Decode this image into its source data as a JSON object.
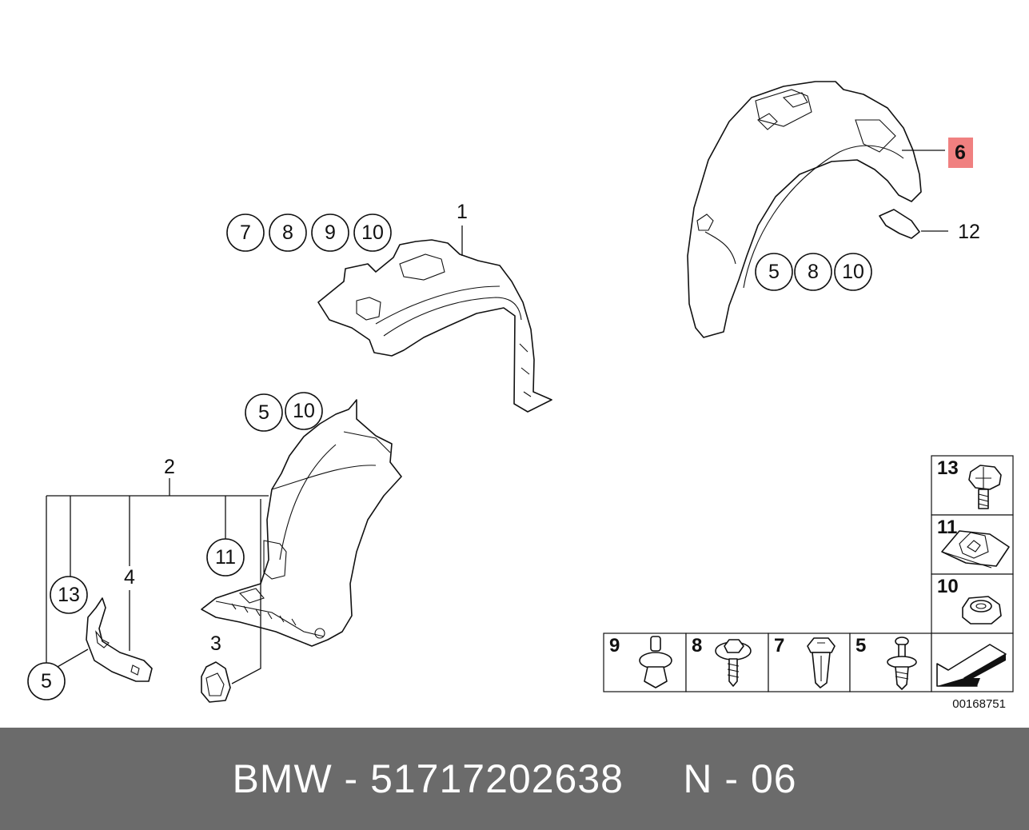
{
  "diagram": {
    "parts": {
      "part_1": "1",
      "part_2": "2",
      "part_3": "3",
      "part_4": "4",
      "part_6": "6",
      "part_12": "12"
    },
    "highlight_color": "#f08080",
    "callouts": {
      "c_7": "7",
      "c_8_top": "8",
      "c_9": "9",
      "c_10_top": "10",
      "c_5_right": "5",
      "c_8_right": "8",
      "c_10_right": "10",
      "c_5_mid": "5",
      "c_10_mid": "10",
      "c_11": "11",
      "c_13": "13",
      "c_5_bottom": "5"
    },
    "hardware_table": {
      "cells": [
        {
          "label": "13",
          "icon": "hex-bolt-icon"
        },
        {
          "label": "11",
          "icon": "clip-nut-icon"
        },
        {
          "label": "10",
          "icon": "hex-nut-icon"
        },
        {
          "label": "9",
          "icon": "expanding-rivet-icon"
        },
        {
          "label": "8",
          "icon": "flange-screw-icon"
        },
        {
          "label": "7",
          "icon": "spreading-nut-icon"
        },
        {
          "label": "5",
          "icon": "plastic-rivet-icon"
        },
        {
          "label": "",
          "icon": "direction-arrow-icon"
        }
      ]
    },
    "diagram_code": "00168751"
  },
  "footer": {
    "text": "BMW - 51717202638     N - 06"
  }
}
